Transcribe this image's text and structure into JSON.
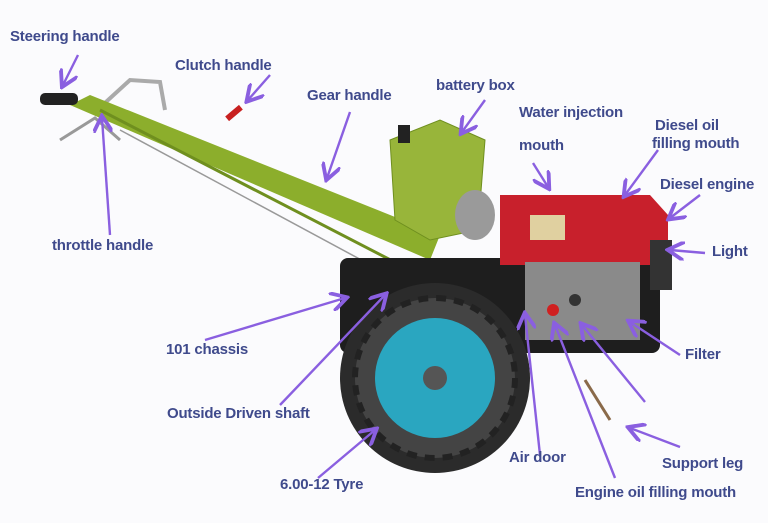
{
  "labels": {
    "steering_handle": "Steering handle",
    "clutch_handle": "Clutch handle",
    "gear_handle": "Gear handle",
    "battery_box": "battery box",
    "water_injection_1": "Water injection",
    "water_injection_2": "mouth",
    "diesel_oil_1": "Diesel oil",
    "diesel_oil_2": "filling mouth",
    "diesel_engine": "Diesel engine",
    "light": "Light",
    "throttle_handle": "throttle handle",
    "chassis": "101 chassis",
    "outside_driven_shaft": "Outside Driven shaft",
    "tyre": "6.00-12 Tyre",
    "air_door": "Air door",
    "support_leg": "Support leg",
    "engine_oil": "Engine oil filling mouth",
    "filter": "Filter"
  },
  "colors": {
    "label": "#3f4a8c",
    "arrow": "#8a5fe0",
    "frame": "#8cae2c",
    "engine": "#c8202c",
    "rim": "#2aa6c0"
  }
}
